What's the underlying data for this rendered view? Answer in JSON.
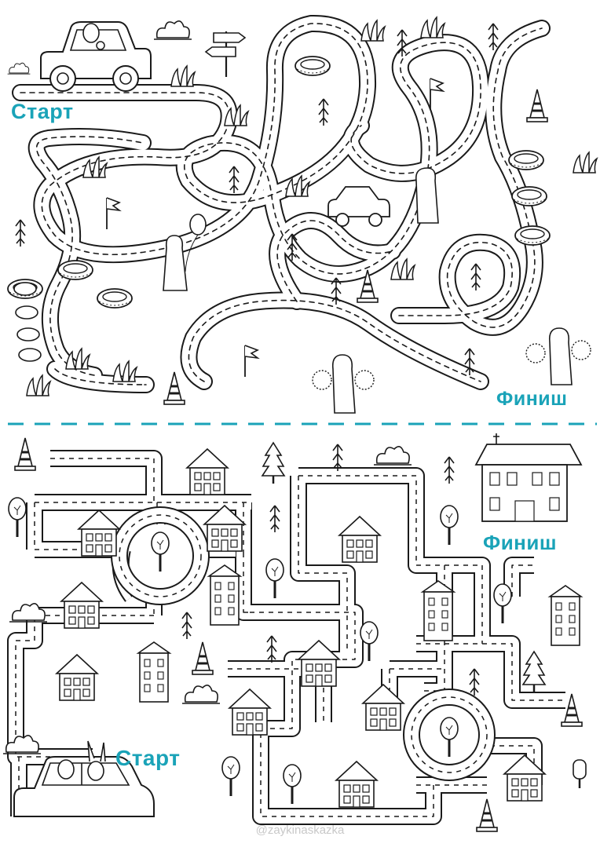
{
  "colors": {
    "accent": "#1aa3b8",
    "line": "#1a1a1a",
    "watermark": "#c8c8c8"
  },
  "maze_top": {
    "start_label": "Старт",
    "finish_label": "Финиш"
  },
  "maze_bottom": {
    "start_label": "Старт",
    "finish_label": "Финиш"
  },
  "watermark": "@zaykinaskazka"
}
